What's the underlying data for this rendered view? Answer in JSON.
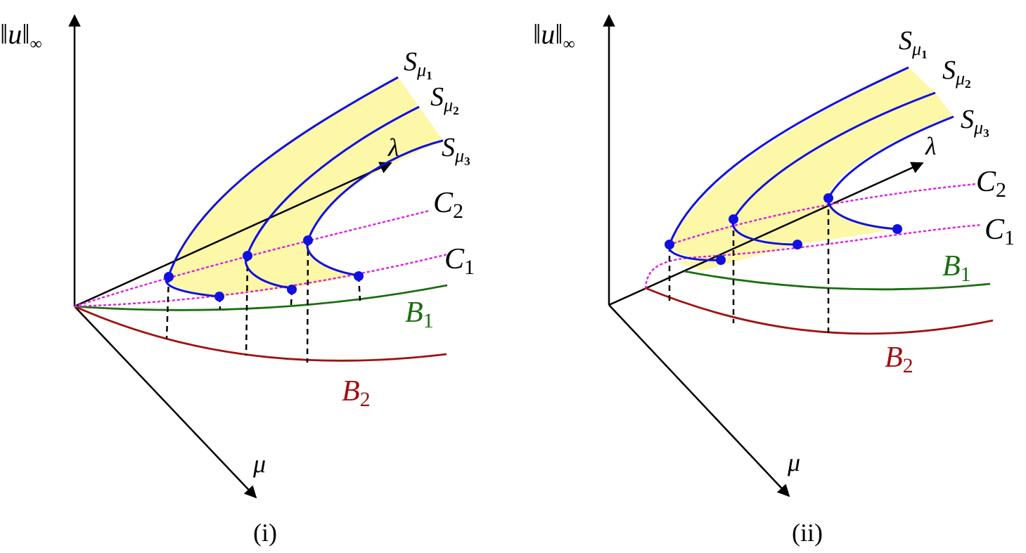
{
  "panels": [
    {
      "caption": "(i)",
      "axes": {
        "vertical": "‖u‖",
        "vertical_sub": "∞",
        "lambda": "λ",
        "mu": "μ"
      },
      "surfaces": [
        {
          "base": "S",
          "sub": "μ",
          "subsub": "1"
        },
        {
          "base": "S",
          "sub": "μ",
          "subsub": "2"
        },
        {
          "base": "S",
          "sub": "μ",
          "subsub": "3"
        }
      ],
      "curves": [
        {
          "base": "C",
          "sub": "2"
        },
        {
          "base": "C",
          "sub": "1"
        },
        {
          "base": "B",
          "sub": "1"
        },
        {
          "base": "B",
          "sub": "2"
        }
      ]
    },
    {
      "caption": "(ii)",
      "axes": {
        "vertical": "‖u‖",
        "vertical_sub": "∞",
        "lambda": "λ",
        "mu": "μ"
      },
      "surfaces": [
        {
          "base": "S",
          "sub": "μ",
          "subsub": "1"
        },
        {
          "base": "S",
          "sub": "μ",
          "subsub": "2"
        },
        {
          "base": "S",
          "sub": "μ",
          "subsub": "3"
        }
      ],
      "curves": [
        {
          "base": "C",
          "sub": "2"
        },
        {
          "base": "C",
          "sub": "1"
        },
        {
          "base": "B",
          "sub": "1"
        },
        {
          "base": "B",
          "sub": "2"
        }
      ]
    }
  ],
  "colors": {
    "branch": "#1010e0",
    "fill": "#fdf7a8",
    "c_curves": "#e020e0",
    "b1": "#1a6e10",
    "b2": "#a01010",
    "axis": "#000000"
  }
}
